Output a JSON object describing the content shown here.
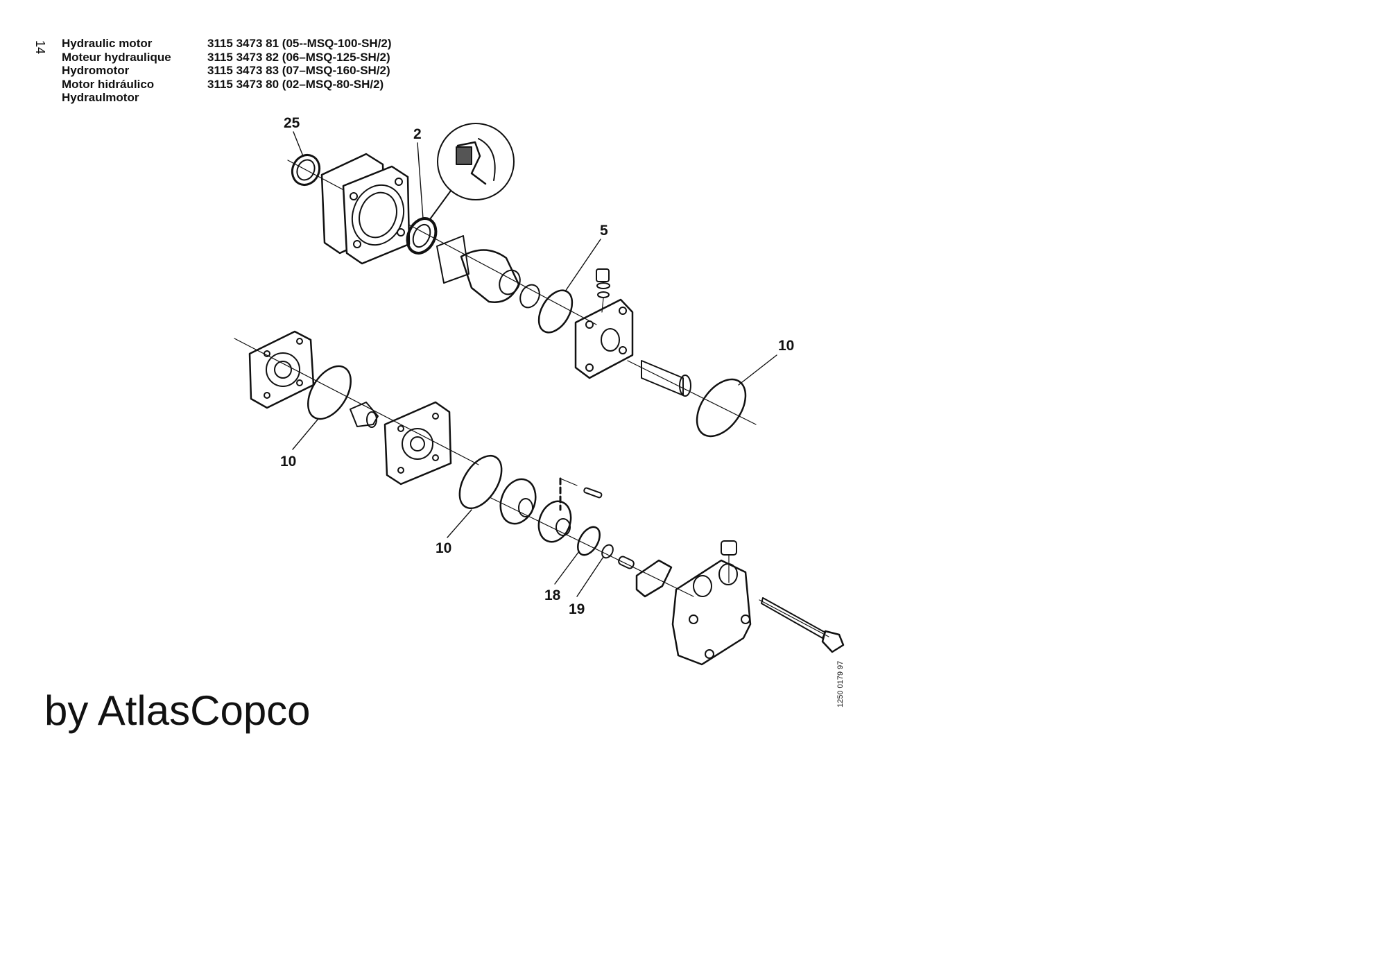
{
  "page": {
    "number": "14"
  },
  "title_block": {
    "names": [
      "Hydraulic motor",
      "Moteur hydraulique",
      "Hydromotor",
      "Motor hidráulico",
      "Hydraulmotor"
    ],
    "codes": [
      "3115 3473 81 (05--MSQ-100-SH/2)",
      "3115 3473 82 (06–MSQ-125-SH/2)",
      "3115 3473 83 (07–MSQ-160-SH/2)",
      "3115 3473 80 (02–MSQ-80-SH/2)"
    ]
  },
  "callouts": {
    "c25": "25",
    "c2": "2",
    "c5": "5",
    "c10a": "10",
    "c10b": "10",
    "c10c": "10",
    "c18": "18",
    "c19": "19"
  },
  "drawing_ref": "1250 0179 97",
  "brand": "by AtlasCopco"
}
